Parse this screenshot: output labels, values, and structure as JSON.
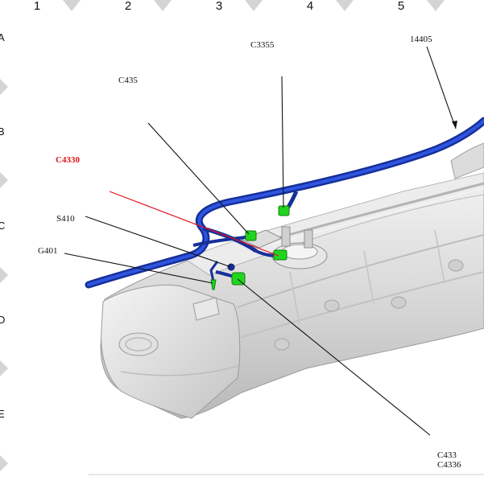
{
  "grid": {
    "columns": [
      "1",
      "2",
      "3",
      "4",
      "5"
    ],
    "rows": [
      "A",
      "B",
      "C",
      "D",
      "E"
    ]
  },
  "callouts": {
    "c435": "C435",
    "c3355": "C3355",
    "p14405": "14405",
    "c4330": "C4330",
    "s410": "S410",
    "g401": "G401",
    "c433": "C433",
    "c4336": "C4336"
  },
  "colors": {
    "harness": "#1f3fbf",
    "connector": "#22d41e",
    "highlight": "#e0141a",
    "tank": "#d6d6d6"
  }
}
